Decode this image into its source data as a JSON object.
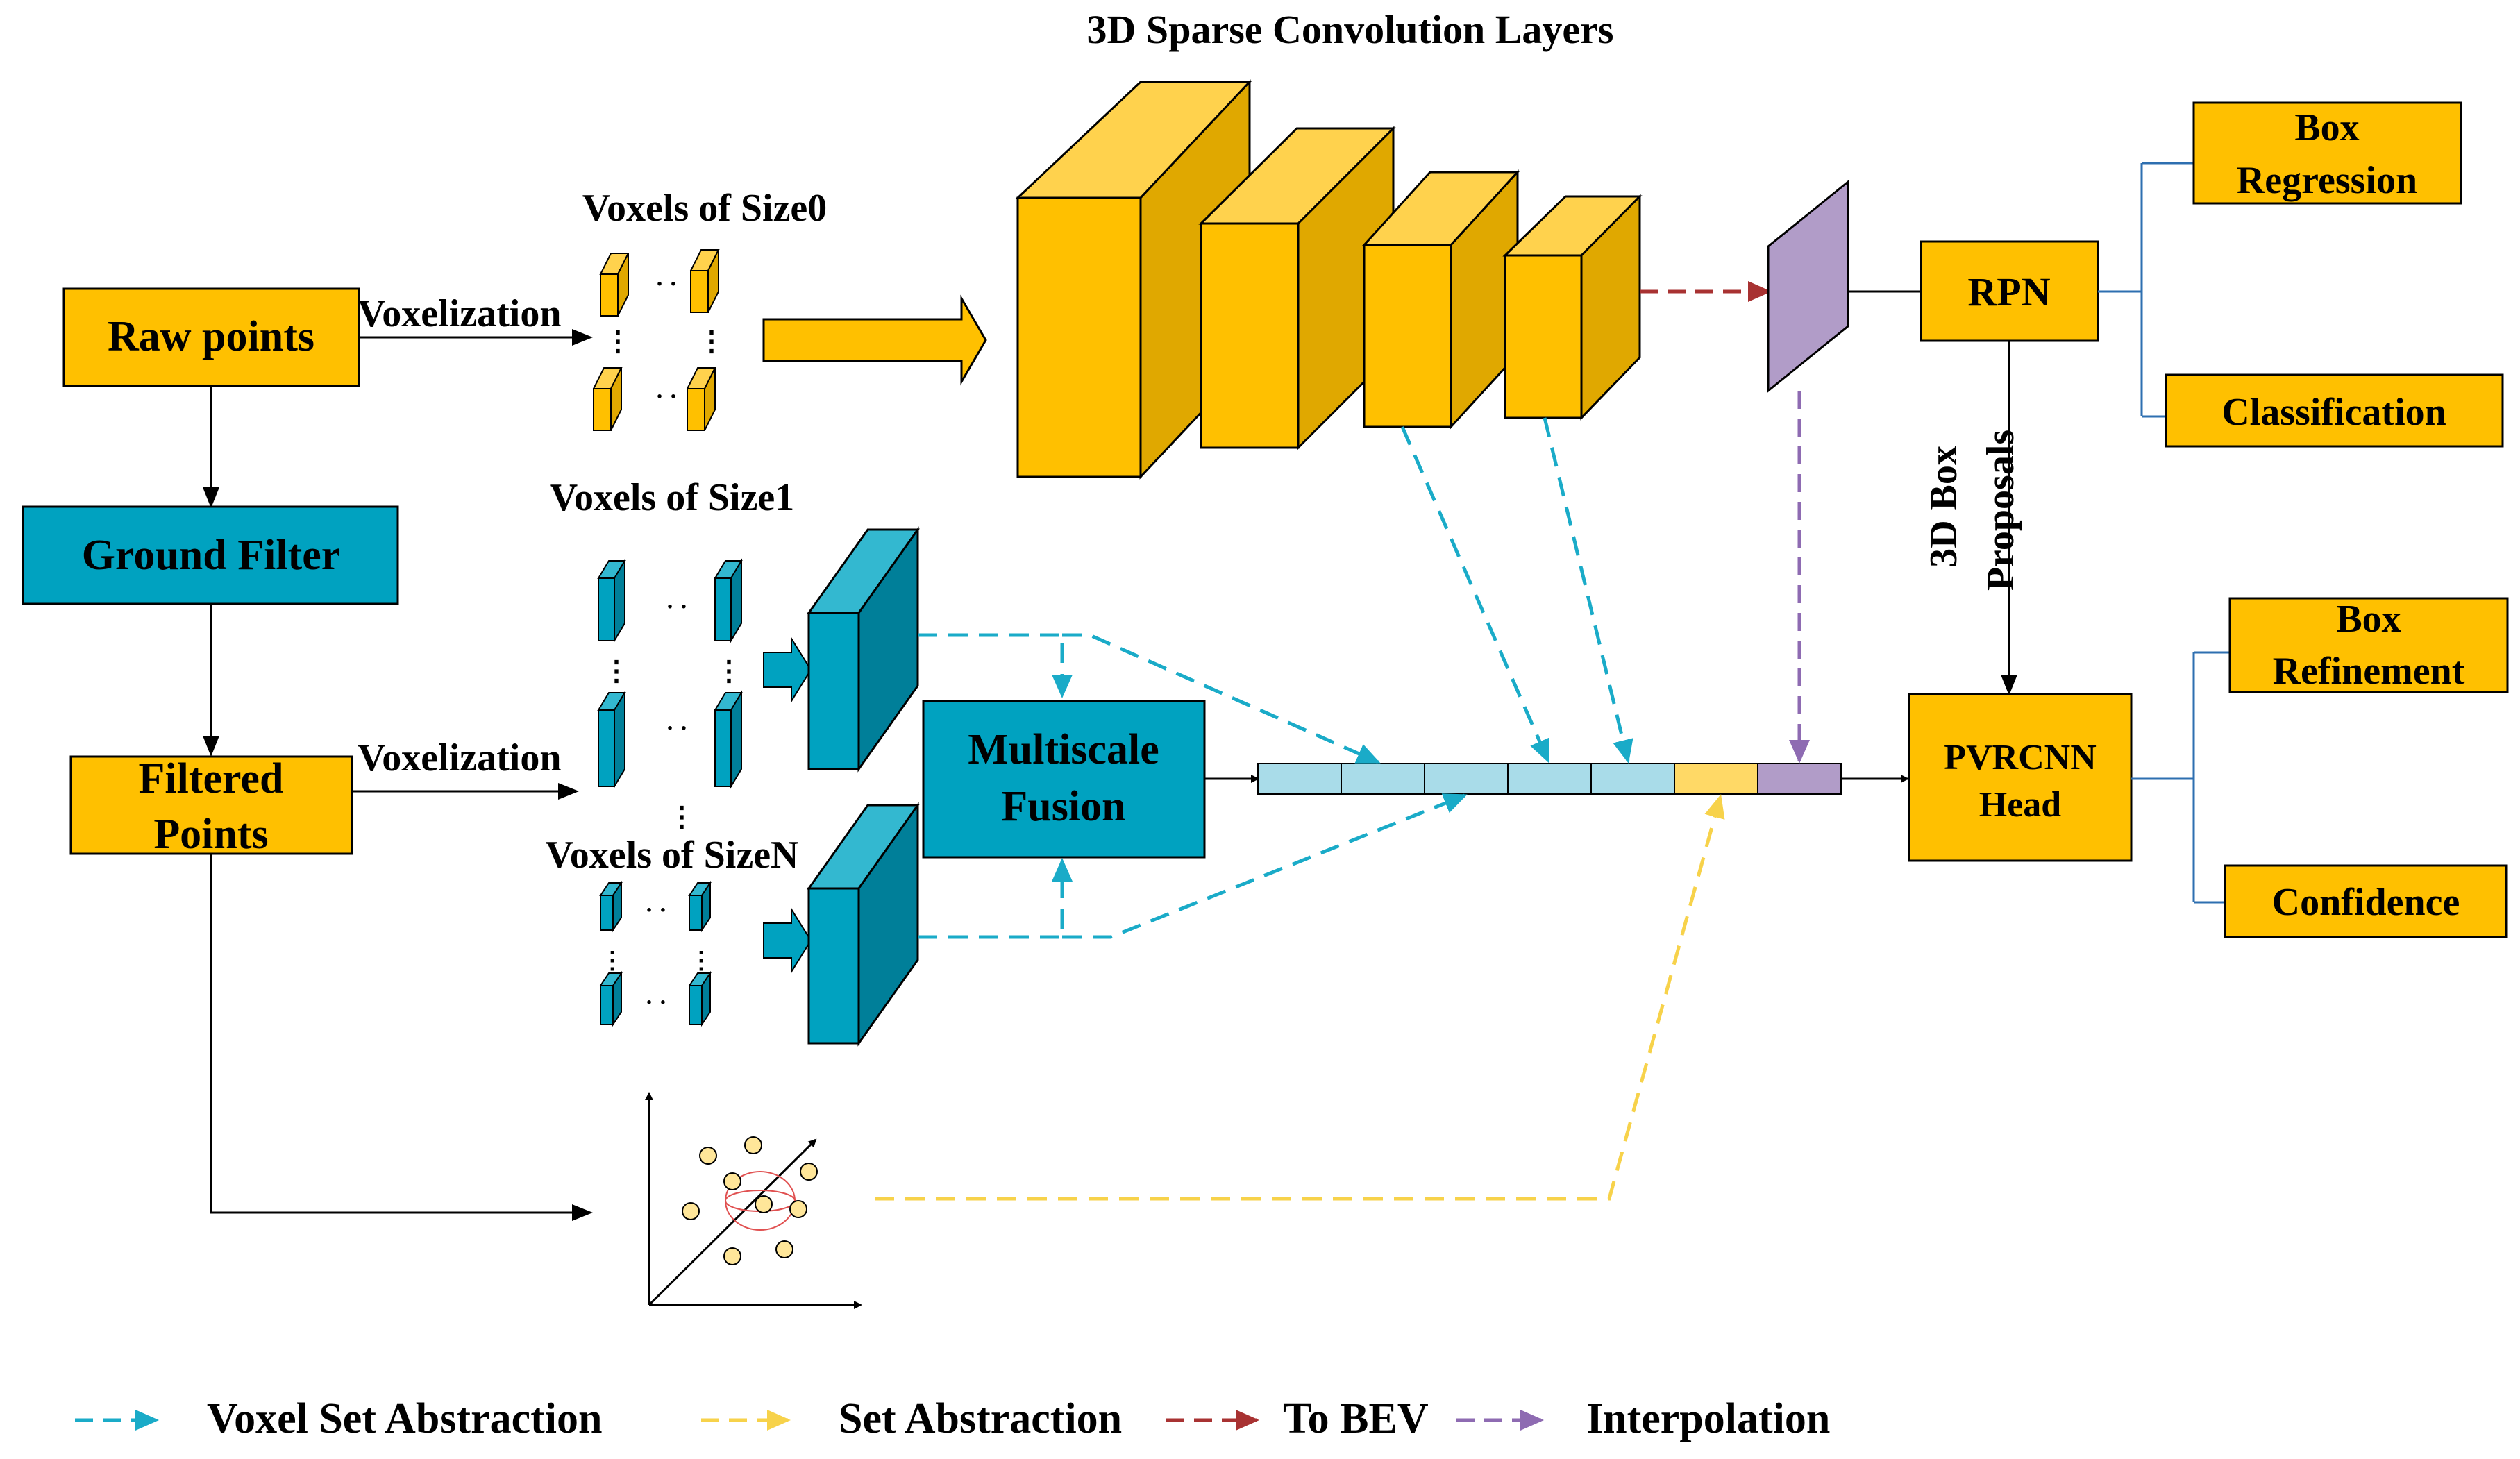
{
  "title": "3D Sparse Convolution Layers",
  "nodes": {
    "raw_points": "Raw points",
    "ground_filter": "Ground Filter",
    "filtered_points_1": "Filtered",
    "filtered_points_2": "Points",
    "multiscale_1": "Multiscale",
    "multiscale_2": "Fusion",
    "rpn": "RPN",
    "pvrcnn_1": "PVRCNN",
    "pvrcnn_2": "Head",
    "box_regression_1": "Box",
    "box_regression_2": "Regression",
    "classification": "Classification",
    "box_refinement_1": "Box",
    "box_refinement_2": "Refinement",
    "confidence": "Confidence"
  },
  "labels": {
    "voxelization_top": "Voxelization",
    "voxelization_bottom": "Voxelization",
    "voxels_size0": "Voxels of Size0",
    "voxels_size1": "Voxels of Size1",
    "voxels_sizeN": "Voxels of SizeN",
    "proposals_1": "3D Box",
    "proposals_2": "Proposals",
    "dots": "· ·",
    "vdots": "⋮"
  },
  "legend": [
    {
      "label": "Voxel Set Abstraction",
      "color": "#1aabc8"
    },
    {
      "label": "Set Abstraction",
      "color": "#f7d24a"
    },
    {
      "label": "To BEV",
      "color": "#a83232"
    },
    {
      "label": "Interpolation",
      "color": "#8e6bb2"
    }
  ],
  "colors": {
    "orange": "#ffc000",
    "teal": "#00a2c0",
    "light_blue": "#a9dce9",
    "yellow_seg": "#ffd966",
    "purple": "#b19cc8",
    "blue_line": "#2e6fb0"
  }
}
